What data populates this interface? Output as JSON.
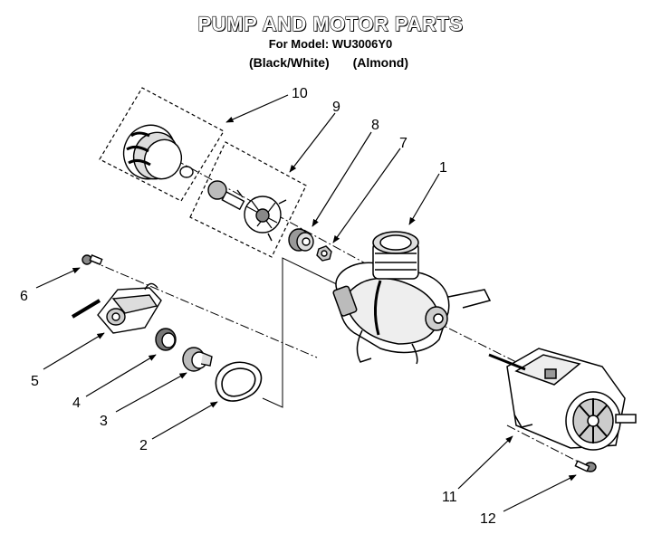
{
  "header": {
    "title": "PUMP AND MOTOR PARTS",
    "model_line": "For Model: WU3006Y0",
    "variants": [
      "(Black/White)",
      "(Almond)"
    ]
  },
  "callouts": [
    {
      "id": "1",
      "label": "1"
    },
    {
      "id": "2",
      "label": "2"
    },
    {
      "id": "3",
      "label": "3"
    },
    {
      "id": "4",
      "label": "4"
    },
    {
      "id": "5",
      "label": "5"
    },
    {
      "id": "6",
      "label": "6"
    },
    {
      "id": "7",
      "label": "7"
    },
    {
      "id": "8",
      "label": "8"
    },
    {
      "id": "9",
      "label": "9"
    },
    {
      "id": "10",
      "label": "10"
    },
    {
      "id": "11",
      "label": "11"
    },
    {
      "id": "12",
      "label": "12"
    }
  ]
}
